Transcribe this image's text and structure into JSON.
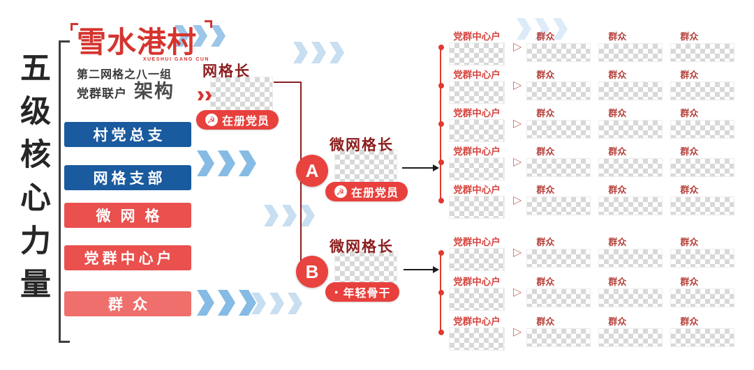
{
  "page": {
    "vertical_title": "五级核心力量"
  },
  "logo": {
    "name": "雪水港村",
    "sub_en": "XUESHUI GANG CUN",
    "line1": "第二网格之八一组",
    "line2": "党群联户",
    "line3": "架构"
  },
  "levels": [
    {
      "label": "村党总支",
      "color": "#1a5a9e"
    },
    {
      "label": "网格支部",
      "color": "#1a5a9e"
    },
    {
      "label": "微网格",
      "color": "#e9504e"
    },
    {
      "label": "党群中心户",
      "color": "#e9504e"
    },
    {
      "label": "群众",
      "color": "#ef6f6c"
    }
  ],
  "grid_leader": {
    "title": "网格长",
    "badge": "在册党员",
    "badge_icon": "party-emblem"
  },
  "branches": [
    {
      "key": "A",
      "title": "微网格长",
      "badge": "在册党员",
      "badge_icon": "party-emblem"
    },
    {
      "key": "B",
      "title": "微网格长",
      "badge": "年轻骨干",
      "badge_icon": "dot"
    }
  ],
  "tree": {
    "household_label": "党群中心户",
    "mass_label": "群众",
    "rows": [
      {
        "group": "A"
      },
      {
        "group": "A"
      },
      {
        "group": "A"
      },
      {
        "group": "A"
      },
      {
        "group": "A"
      },
      {
        "group": "B"
      },
      {
        "group": "B"
      },
      {
        "group": "B"
      }
    ]
  },
  "icons": {
    "party_emblem": "☭",
    "dot": "●",
    "triangle": "▷"
  },
  "colors": {
    "blue_box": "#1a5a9e",
    "red_box": "#e9504e",
    "badge_red": "#e8403c",
    "line_red": "#e0392f",
    "dark_red_text": "#8c1c1c",
    "maroon_line": "#8a2020",
    "chevron_blue": "#9cc6e8",
    "logo_red": "#d5342e"
  }
}
